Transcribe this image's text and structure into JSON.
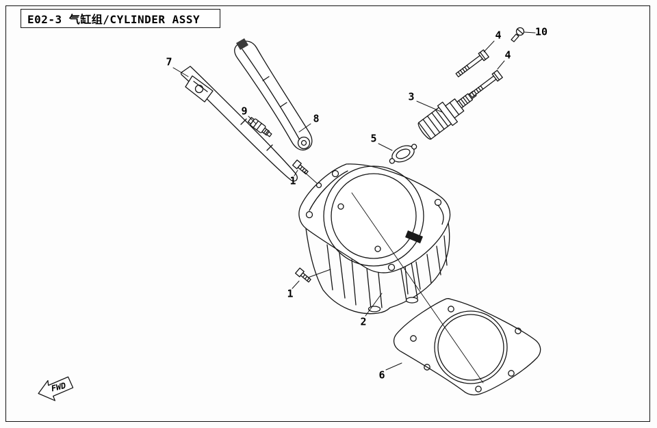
{
  "page": {
    "title": "E02-3 气缸组/CYLINDER ASSY",
    "fwd_label": "FWD"
  },
  "callouts": {
    "c1a": {
      "label": "1"
    },
    "c1b": {
      "label": "1"
    },
    "c2": {
      "label": "2"
    },
    "c3": {
      "label": "3"
    },
    "c4a": {
      "label": "4"
    },
    "c4b": {
      "label": "4"
    },
    "c5": {
      "label": "5"
    },
    "c6": {
      "label": "6"
    },
    "c7": {
      "label": "7"
    },
    "c8": {
      "label": "8"
    },
    "c9": {
      "label": "9"
    },
    "c10": {
      "label": "10"
    }
  }
}
